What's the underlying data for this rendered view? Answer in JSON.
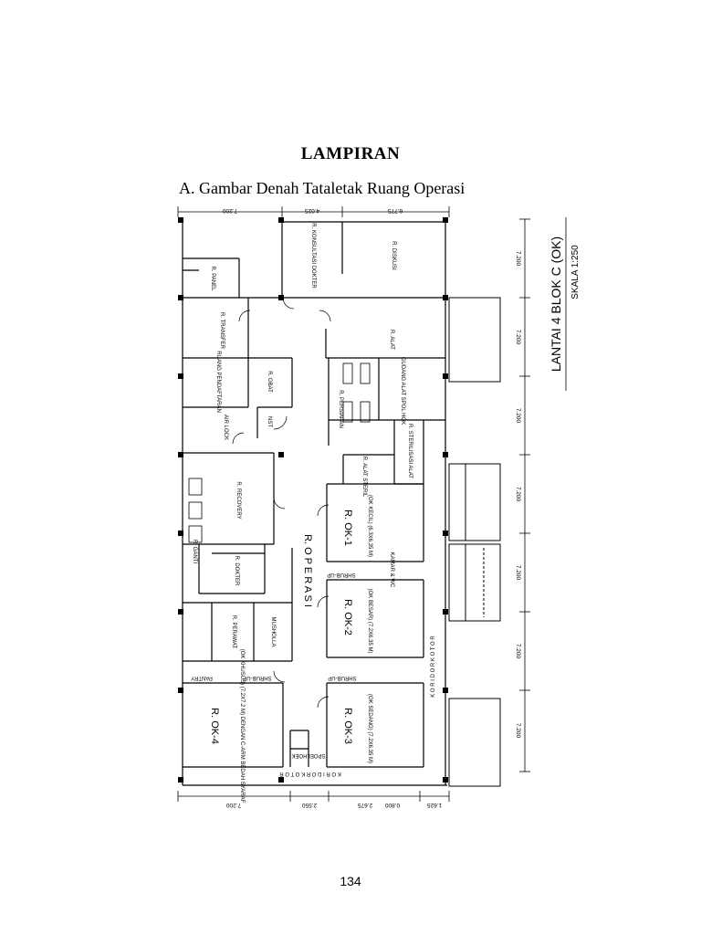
{
  "document": {
    "title": "LAMPIRAN",
    "subtitle": "A.  Gambar Denah Tataletak Ruang Operasi",
    "page_number": "134"
  },
  "plan": {
    "caption": "LANTAI 4 BLOK C (OK)",
    "scale": "SKALA 1:250",
    "dims_top": [
      "7.200",
      "4.025",
      "6.775"
    ],
    "dims_right": [
      "7.200",
      "7.200",
      "7.200",
      "7.200",
      "7.200",
      "7.200",
      "7.200"
    ],
    "dims_bottom": [
      "7.200",
      "2.550",
      "2.675",
      "0.800",
      "1.625"
    ],
    "rooms": {
      "konsultasi": "R. KONSULTASI DOKTER",
      "diskusi": "R. DISKUSI",
      "panel": "R. PANEL",
      "transfer": "R. TRANSFER",
      "alat": "R. ALAT",
      "ruang_pendaftaran": "RUANG PENDAFTARAN",
      "obat": "R. OBAT",
      "persiapan": "R. PERSIAPAN",
      "gudang_alat": "GUDANG ALAT SPOL HOK",
      "air_lock": "AIR LOCK",
      "nst": "NST",
      "sterilisasi": "R. STERILISASI ALAT",
      "alat_steril": "R. ALAT STERIL",
      "recovery": "R. RECOVERY",
      "ok1": "R. OK-1",
      "ok1_sub": "(OK KECIL) (6.3X6.35 M)",
      "operasi": "R. O P E R A S I",
      "dokter": "R. DOKTER",
      "shrub_up": "SHRUB-UP",
      "ok2": "R. OK-2",
      "ok2_sub": "(OK BESAR) (7.2X6.35 M)",
      "perawat": "R. PERAWAT",
      "mushola": "MUSHOLLA",
      "koridor": "K O R I D O R   K O T O R",
      "ok4": "R. OK-4",
      "ok4_sub": "(OK KHUSUS) (7.2X7.2 M) DENGAN C-ARM BEDAH SYARAF",
      "ok3": "R. OK-3",
      "ok3_sub": "(OK SEDANG) (7.2X6.35 M)",
      "pantry": "PANTRY",
      "spoelhoek": "SPOELHOEK",
      "ganti": "R. GANTI",
      "kamar_wc": "KAMAR & WC"
    }
  }
}
